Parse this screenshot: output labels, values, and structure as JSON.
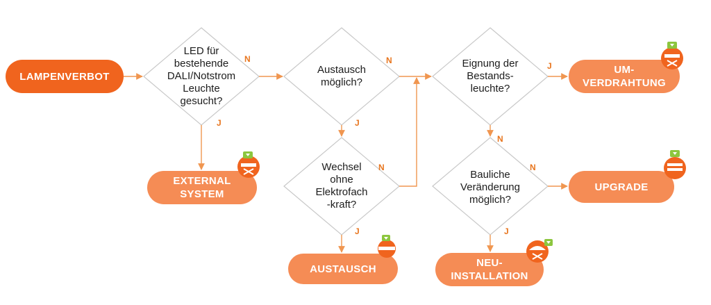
{
  "colors": {
    "accent": "#f0641e",
    "accent_light": "#f58c55",
    "arrow": "#f09650",
    "diamond_border": "#c8c8c8",
    "badge_green": "#8cc63e"
  },
  "start": {
    "label": "LAMPENVERBOT"
  },
  "questions": [
    {
      "text": "LED für\nbestehende\nDALI/Notstrom\nLeuchte\ngesucht?"
    },
    {
      "text": "Austausch\nmöglich?"
    },
    {
      "text": "Wechsel\nohne\nElektrofach\n-kraft?"
    },
    {
      "text": "Eignung der\nBestands-\nleuchte?"
    },
    {
      "text": "Bauliche\nVeränderung\nmöglich?"
    }
  ],
  "outcomes": {
    "external_system": "EXTERNAL\nSYSTEM",
    "austausch": "AUSTAUSCH",
    "umverdrahtung": "UM-\nVERDRAHTUNG",
    "upgrade": "UPGRADE",
    "neuinstallation": "NEU-\nINSTALLATION"
  },
  "edge_labels": {
    "no": "N",
    "yes": "J"
  },
  "icons": {
    "external_system": "lamp-tools-icon",
    "austausch": "lamp-tube-icon",
    "umverdrahtung": "lamp-tools-icon",
    "upgrade": "lamp-upgrade-icon",
    "neuinstallation": "ceiling-lamp-icon"
  }
}
